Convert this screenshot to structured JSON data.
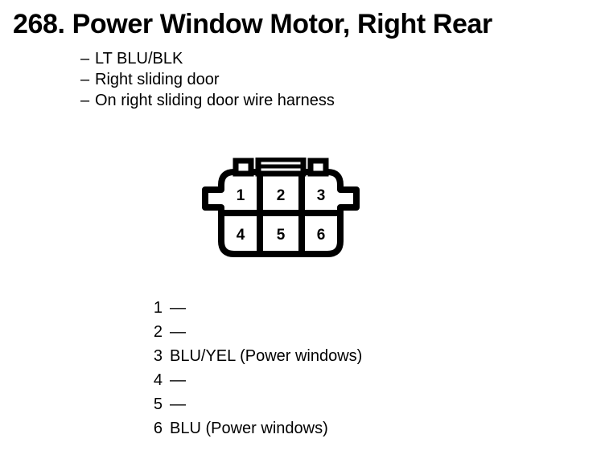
{
  "header": {
    "title": "268.  Power Window Motor, Right Rear",
    "dash": "–",
    "descriptions": [
      "LT BLU/BLK",
      "Right sliding door",
      "On right sliding door wire harness"
    ]
  },
  "connector": {
    "name": "6-pin-connector",
    "rows": [
      {
        "pins": [
          "1",
          "2",
          "3"
        ]
      },
      {
        "pins": [
          "4",
          "5",
          "6"
        ]
      }
    ],
    "outline_color": "#000000",
    "fill_color": "#ffffff"
  },
  "legend": {
    "rows": [
      {
        "pin": "1",
        "value": "—"
      },
      {
        "pin": "2",
        "value": "—"
      },
      {
        "pin": "3",
        "value": "BLU/YEL (Power windows)"
      },
      {
        "pin": "4",
        "value": "—"
      },
      {
        "pin": "5",
        "value": "—"
      },
      {
        "pin": "6",
        "value": "BLU (Power windows)"
      }
    ]
  }
}
